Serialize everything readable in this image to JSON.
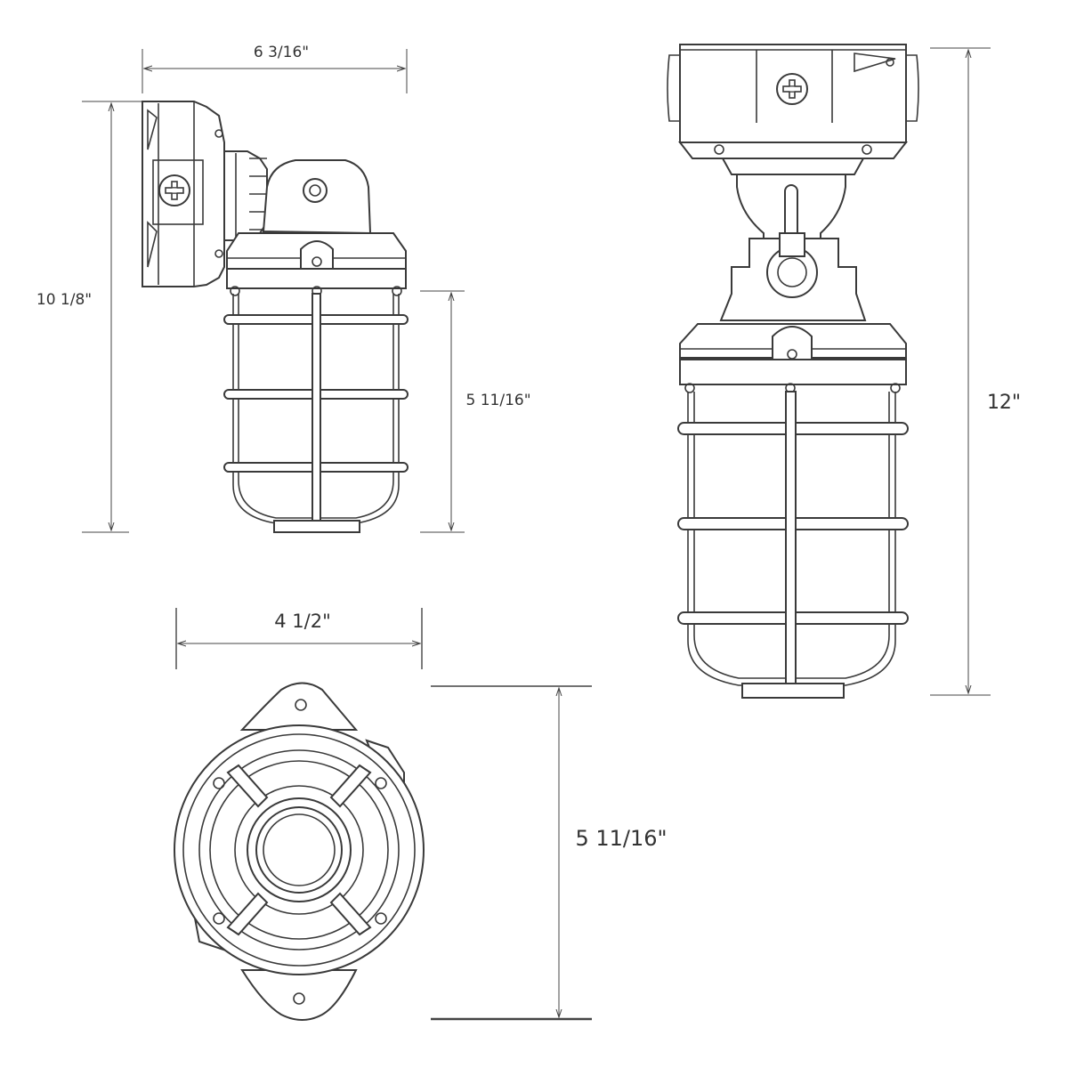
{
  "dimensions": {
    "side_width": "6 3/16\"",
    "side_height": "10 1/8\"",
    "side_globe_height": "5 11/16\"",
    "front_height": "12\"",
    "bottom_width": "4 1/2\"",
    "bottom_depth": "5 11/16\""
  },
  "icons": {
    "screw": "screw-head-icon"
  },
  "colors": {
    "line": "#3a3a3a",
    "background": "#ffffff"
  }
}
